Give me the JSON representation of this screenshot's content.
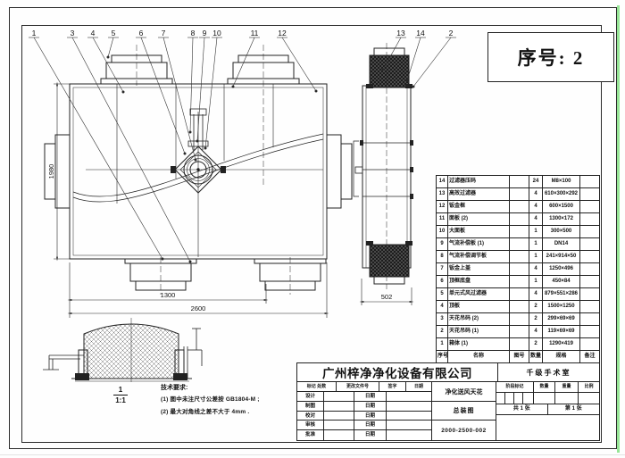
{
  "serial_box": {
    "label": "序号: 2"
  },
  "views": {
    "balloons_main": [
      "1",
      "3",
      "4",
      "5",
      "6",
      "7",
      "8",
      "9",
      "10",
      "11",
      "12"
    ],
    "balloons_side": [
      "13",
      "14",
      "2"
    ],
    "dims": {
      "height": "1980",
      "bottom_inner": "1300",
      "bottom_outer": "2600",
      "side_width": "502"
    },
    "detail": {
      "num": "1",
      "scale": "1:1"
    }
  },
  "tech_notes": {
    "title": "技术要求:",
    "items": [
      "(1)  图中未注尺寸公差按    GB1804-M ;",
      "(2)  最大对角线之差不大于   4mm ."
    ]
  },
  "parts_table": {
    "headers": [
      "序号",
      "名称",
      "图号",
      "数量",
      "规格",
      "备注"
    ],
    "rows": [
      {
        "no": "14",
        "name": "过滤器压码",
        "dwg": "",
        "qty": "24",
        "spec": "M8×100",
        "remark": ""
      },
      {
        "no": "13",
        "name": "高效过滤器",
        "dwg": "",
        "qty": "4",
        "spec": "610×300×292",
        "remark": ""
      },
      {
        "no": "12",
        "name": "钣金框",
        "dwg": "",
        "qty": "4",
        "spec": "600×1500",
        "remark": ""
      },
      {
        "no": "11",
        "name": "面板  (2)",
        "dwg": "",
        "qty": "4",
        "spec": "1300×172",
        "remark": ""
      },
      {
        "no": "10",
        "name": "大面板",
        "dwg": "",
        "qty": "1",
        "spec": "300×500",
        "remark": ""
      },
      {
        "no": "9",
        "name": "气流补偿板 (1)",
        "dwg": "",
        "qty": "1",
        "spec": "DN14",
        "remark": ""
      },
      {
        "no": "8",
        "name": "气流补偿调节板",
        "dwg": "",
        "qty": "1",
        "spec": "241×914×50",
        "remark": ""
      },
      {
        "no": "7",
        "name": "钣金上盖",
        "dwg": "",
        "qty": "4",
        "spec": "1250×496",
        "remark": ""
      },
      {
        "no": "6",
        "name": "顶框底盘",
        "dwg": "",
        "qty": "1",
        "spec": "450×84",
        "remark": ""
      },
      {
        "no": "5",
        "name": "单元式风过滤器",
        "dwg": "",
        "qty": "4",
        "spec": "879×551×286",
        "remark": ""
      },
      {
        "no": "4",
        "name": "顶板",
        "dwg": "",
        "qty": "2",
        "spec": "1500×1250",
        "remark": ""
      },
      {
        "no": "3",
        "name": "天花吊码 (2)",
        "dwg": "",
        "qty": "2",
        "spec": "299×69×69",
        "remark": ""
      },
      {
        "no": "2",
        "name": "天花吊码 (1)",
        "dwg": "",
        "qty": "4",
        "spec": "119×69×69",
        "remark": ""
      },
      {
        "no": "1",
        "name": "箱体  (1)",
        "dwg": "",
        "qty": "2",
        "spec": "1290×419",
        "remark": ""
      }
    ]
  },
  "title_block": {
    "company": "广州梓净净化设备有限公司",
    "project": "千级手术室",
    "product": "净化送风天花",
    "doc_type": "总装图",
    "drawing_no": "2000-2500-002",
    "stage_headers": [
      "阶段标记",
      "数量",
      "重量",
      "比例"
    ],
    "sheet_total": "共 1 张",
    "sheet_no": "第 1 张",
    "rev_headers": [
      "标记 处数",
      "更改文件号",
      "签字",
      "日期"
    ],
    "rev_rows": [
      {
        "label": "设计",
        "date": "日期"
      },
      {
        "label": "制图",
        "date": "日期"
      },
      {
        "label": "校对",
        "date": "日期"
      },
      {
        "label": "审核",
        "date": "日期"
      },
      {
        "label": "批准",
        "date": "日期"
      }
    ]
  }
}
